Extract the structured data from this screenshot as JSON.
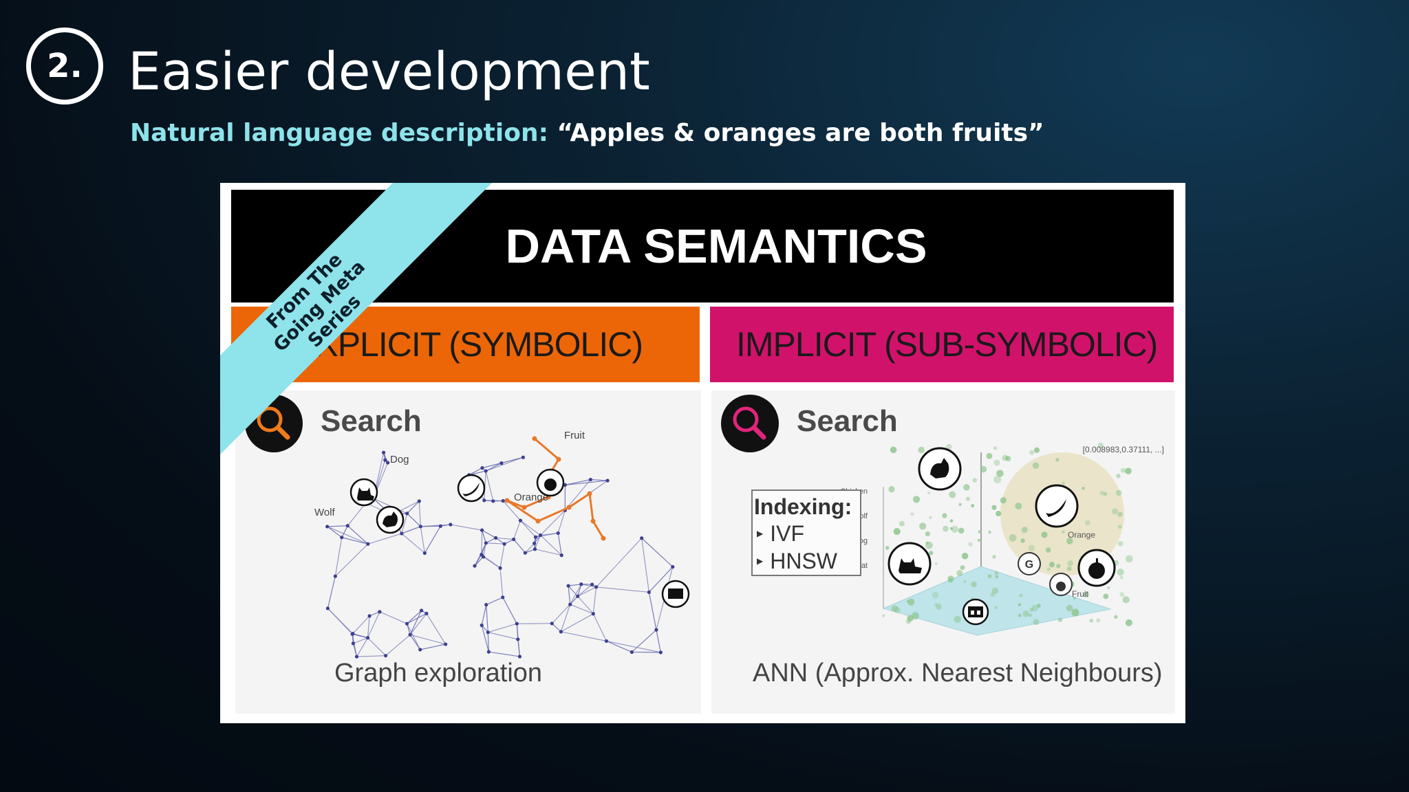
{
  "slide": {
    "step_number": "2.",
    "title": "Easier development",
    "subtitle_label": "Natural language description:",
    "subtitle_quote": "“Apples & oranges are both fruits”"
  },
  "figure": {
    "banner_title": "DATA SEMANTICS",
    "ribbon_lines": [
      "From The",
      "Going Meta",
      "Series"
    ],
    "explicit": {
      "header": "EXPLICIT (SYMBOLIC)",
      "search_label": "Search",
      "caption": "Graph exploration",
      "node_labels": [
        "Fruit",
        "Dog",
        "Orange",
        "Wolf"
      ]
    },
    "implicit": {
      "header": "IMPLICIT (SUB-SYMBOLIC)",
      "search_label": "Search",
      "caption": "ANN (Approx. Nearest Neighbours)",
      "indexing_title": "Indexing:",
      "indexing_items": [
        "IVF",
        "HNSW"
      ],
      "vector_label": "[0.008983,0.37111, ...]",
      "axis_labels": [
        "Chicken",
        "Wolf",
        "Dog",
        "Cat"
      ],
      "cluster_labels": [
        "Orange",
        "Fruit"
      ]
    }
  },
  "colors": {
    "explicit_orange": "#ec6608",
    "implicit_magenta": "#d1126a",
    "ribbon_cyan": "#8fe3ea",
    "accent_teal": "#8ee3ea"
  },
  "icons": [
    "search-icon",
    "cat-icon",
    "chicken-icon",
    "banana-icon",
    "apple-icon",
    "store-icon",
    "google-icon"
  ]
}
